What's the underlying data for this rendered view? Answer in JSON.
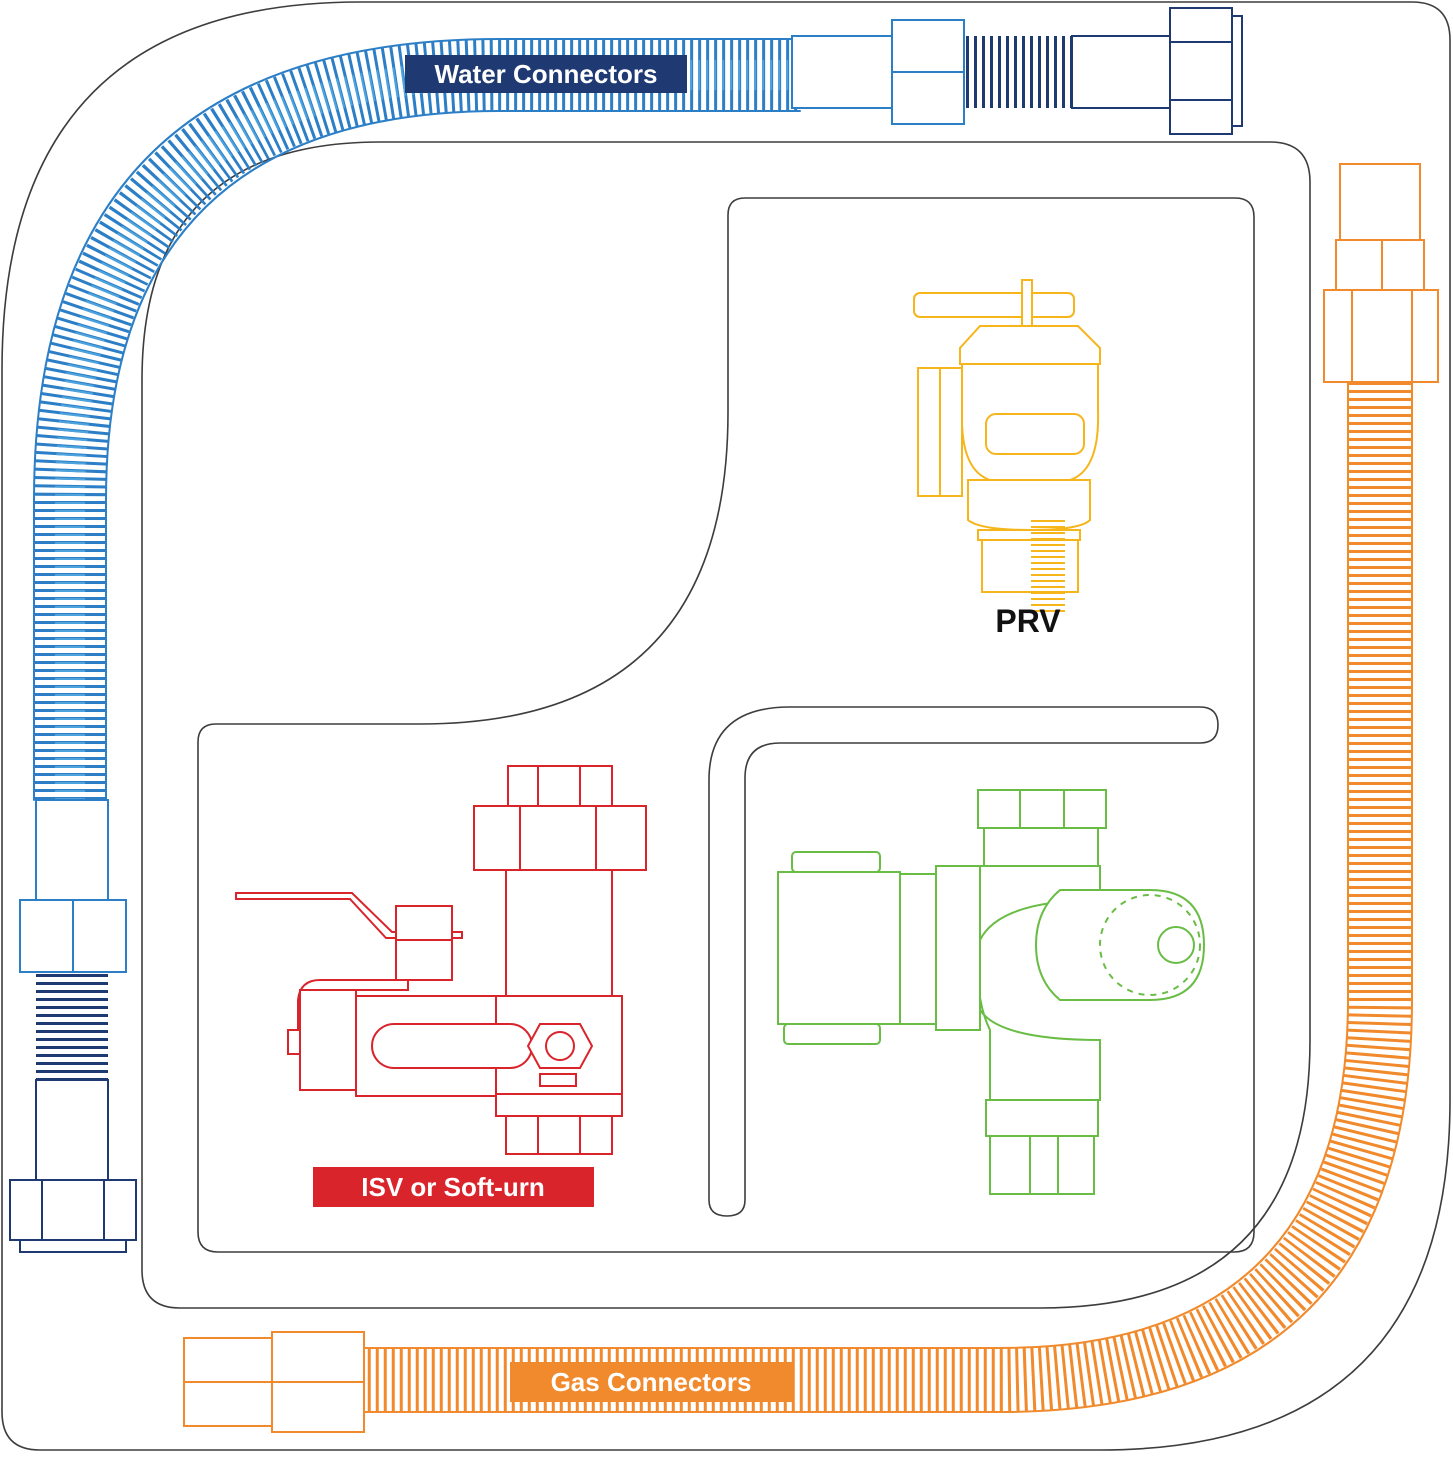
{
  "labels": {
    "water": "Water Connectors",
    "prv": "PRV",
    "isv": "ISV or Soft-urn",
    "gas": "Gas Connectors"
  },
  "colors": {
    "outline": "#3d3d3d",
    "water_blue": "#2c7fc6",
    "water_light": "#4da3dd",
    "water_dark": "#1f3a73",
    "water_label_bg": "#1f3a73",
    "gas_orange": "#f08a2c",
    "gas_label_bg": "#f08a2c",
    "prv_yellow": "#f5b51b",
    "isv_red": "#d9242c",
    "isv_label_bg": "#d9242c",
    "tee_green": "#69bd45",
    "text_dark": "#111111"
  },
  "icons": {
    "water": "corrugated-water-hose-icon",
    "gas": "corrugated-gas-hose-icon",
    "prv": "pressure-relief-valve-icon",
    "isv": "isolation-valve-icon",
    "tee": "tee-fitting-icon"
  }
}
